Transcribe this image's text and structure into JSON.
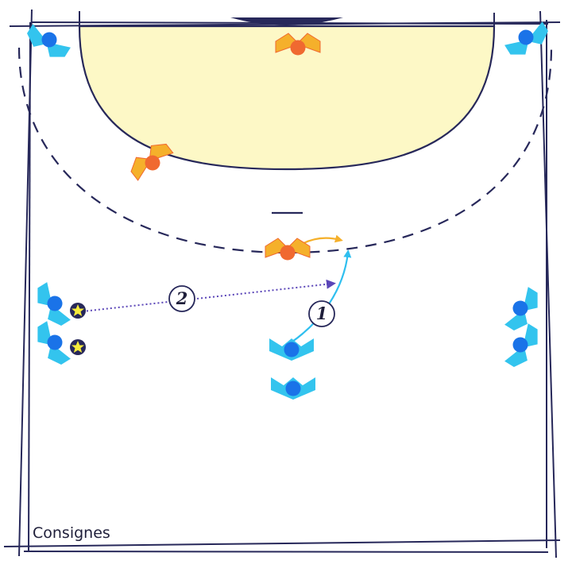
{
  "caption": "Consignes",
  "steps": [
    {
      "label": "1",
      "kind": "movement"
    },
    {
      "label": "2",
      "kind": "pass"
    }
  ],
  "colors": {
    "line": "#27285a",
    "area": "#fdf8c6",
    "attacker_body": "#33c4ee",
    "attacker_head": "#1a73e8",
    "defender_body": "#f5b02b",
    "defender_head": "#f06930",
    "ball": "#f6eb3c",
    "movement_arrow": "#2fbfef",
    "defender_arrow": "#f5b02b",
    "pass_arrow": "#5b46b8"
  },
  "players": {
    "attackers": 8,
    "defenders": 3,
    "balls": 2
  }
}
